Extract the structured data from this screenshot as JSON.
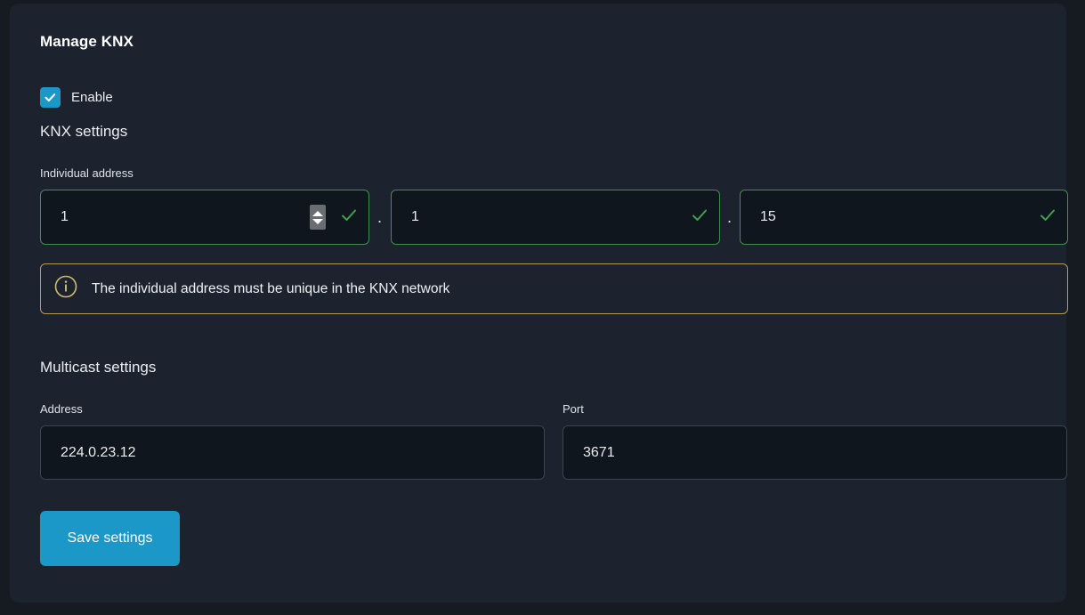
{
  "card": {
    "title": "Manage KNX"
  },
  "enable": {
    "label": "Enable",
    "checked": true,
    "accent_color": "#1b97c8"
  },
  "knx_settings": {
    "heading": "KNX settings",
    "individual_address": {
      "label": "Individual address",
      "separator": ".",
      "fields": [
        {
          "value": "1",
          "valid": true,
          "has_spinner": true
        },
        {
          "value": "1",
          "valid": true,
          "has_spinner": false
        },
        {
          "value": "15",
          "valid": true,
          "has_spinner": false
        }
      ],
      "valid_color": "#3f8f4e"
    },
    "info_banner": {
      "icon": "info-circle-icon",
      "text": "The individual address must be unique in the KNX network",
      "border_color": "#b39b55"
    }
  },
  "multicast_settings": {
    "heading": "Multicast settings",
    "address": {
      "label": "Address",
      "value": "224.0.23.12"
    },
    "port": {
      "label": "Port",
      "value": "3671"
    }
  },
  "actions": {
    "save_label": "Save settings",
    "save_color": "#1b97c8"
  }
}
